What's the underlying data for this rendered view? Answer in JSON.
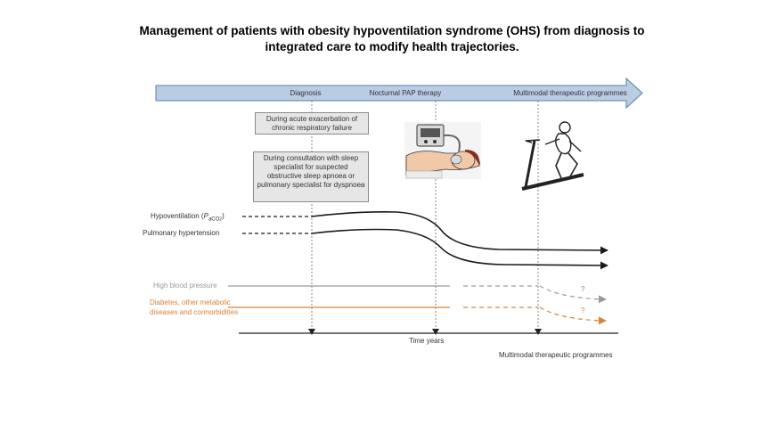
{
  "title": {
    "line1": "Management of patients with obesity hypoventilation syndrome (OHS) from diagnosis to",
    "line2": "integrated care to modify health trajectories."
  },
  "stages": {
    "diagnosis": "Diagnosis",
    "pap": "Nocturnal PAP therapy",
    "multimodal": "Multimodal therapeutic programmes"
  },
  "boxes": {
    "acute": "During acute exacerbation of chronic respiratory failure",
    "consultation": "During consultation with sleep specialist for suspected obstructive sleep apnoea or pulmonary specialist for dyspnoea"
  },
  "trajectories": {
    "hypoventilation_text": "Hypoventilation (",
    "hypoventilation_var": "P",
    "hypoventilation_sub": "aCO",
    "hypoventilation_sub2": "2",
    "hypoventilation_end": ")",
    "pulmonary_hypertension": "Pulmonary  hypertension",
    "high_blood_pressure": "High blood pressure",
    "diabetes_line1": "Diabetes, other metabolic",
    "diabetes_line2": "diseases and cormorbidities",
    "question_mark": "?"
  },
  "axis": {
    "time_label": "Time years",
    "footer": "Multimodal therapeutic programmes"
  },
  "colors": {
    "arrow_fill": "#b8cde3",
    "arrow_stroke": "#5a7fa8",
    "black_curve": "#1a1a1a",
    "gray_line": "#9a9a9a",
    "orange_line": "#d9823b",
    "box_fill": "#e6e6e6"
  },
  "icons": {
    "pap_patient": "pap-machine-patient-illustration",
    "treadmill": "treadmill-runner-illustration"
  }
}
